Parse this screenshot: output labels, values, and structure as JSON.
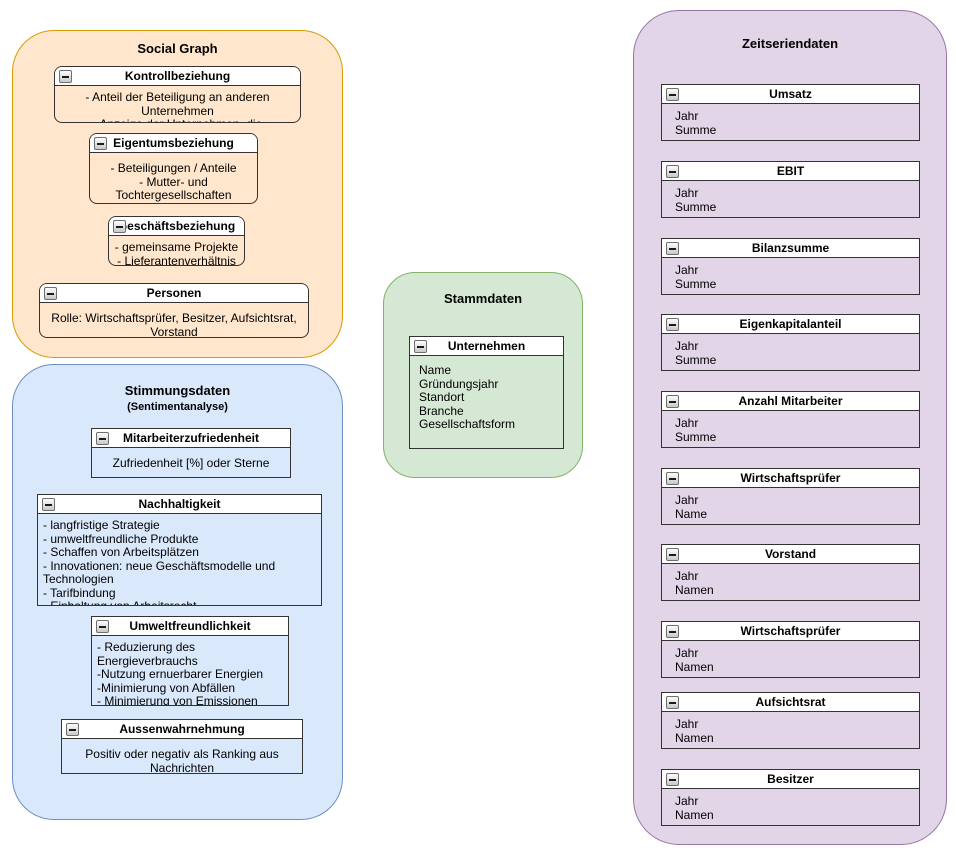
{
  "groups": {
    "social": {
      "title": "Social Graph",
      "fill": "#FFE6CC",
      "stroke": "#D79B00",
      "nodes": [
        {
          "title": "Kontrollbeziehung",
          "body": "- Anteil der Beteiligung an anderen Unternehmen\n- Anzeige der Unternehmen, die Beteiligungen haben"
        },
        {
          "title": "Eigentumsbeziehung",
          "body": "- Beteiligungen / Anteile\n- Mutter- und Tochtergesellschaften"
        },
        {
          "title": "Geschäftsbeziehung",
          "body": "- gemeinsame Projekte\n- Lieferantenverhältnis"
        },
        {
          "title": "Personen",
          "body": "Rolle: Wirtschaftsprüfer, Besitzer, Aufsichtsrat, Vorstand"
        }
      ]
    },
    "stimmung": {
      "title": "Stimmungsdaten",
      "subtitle": "(Sentimentanalyse)",
      "fill": "#DAE8FC",
      "stroke": "#6C8EBF",
      "nodes": [
        {
          "title": "Mitarbeiterzufriedenheit",
          "body": "Zufriedenheit [%] oder Sterne"
        },
        {
          "title": "Nachhaltigkeit",
          "body": "- langfristige Strategie\n- umweltfreundliche Produkte\n- Schaffen von Arbeitsplätzen\n- Innovationen: neue Geschäftsmodelle und Technologien\n- Tarifbindung\n- Einhaltung von Arbeitsrecht\n- Unterstützung von sozialen Projekten/Stiftungen"
        },
        {
          "title": "Umweltfreundlichkeit",
          "body": "- Reduzierung des Energieverbrauchs\n-Nutzung ernuerbarer Energien\n-Minimierung von Abfällen\n- Minimierung von Emissionen"
        },
        {
          "title": "Aussenwahrnehmung",
          "body": "Positiv oder negativ als Ranking aus Nachrichten"
        }
      ]
    },
    "stamm": {
      "title": "Stammdaten",
      "fill": "#D5E8D4",
      "stroke": "#82B366",
      "nodes": [
        {
          "title": "Unternehmen",
          "body": "Name\nGründungsjahr\nStandort\nBranche\nGesellschaftsform"
        }
      ]
    },
    "zeit": {
      "title": "Zeitseriendaten",
      "fill": "#E1D5E7",
      "stroke": "#9673A6",
      "nodes": [
        {
          "title": "Umsatz",
          "body": "Jahr\nSumme"
        },
        {
          "title": "EBIT",
          "body": "Jahr\nSumme"
        },
        {
          "title": "Bilanzsumme",
          "body": "Jahr\nSumme"
        },
        {
          "title": "Eigenkapitalanteil",
          "body": "Jahr\nSumme"
        },
        {
          "title": "Anzahl Mitarbeiter",
          "body": "Jahr\nSumme"
        },
        {
          "title": "Wirtschaftsprüfer",
          "body": "Jahr\nName"
        },
        {
          "title": "Vorstand",
          "body": "Jahr\nNamen"
        },
        {
          "title": "Wirtschaftsprüfer",
          "body": "Jahr\nNamen"
        },
        {
          "title": "Aufsichtsrat",
          "body": "Jahr\nNamen"
        },
        {
          "title": "Besitzer",
          "body": "Jahr\nNamen"
        }
      ]
    }
  }
}
